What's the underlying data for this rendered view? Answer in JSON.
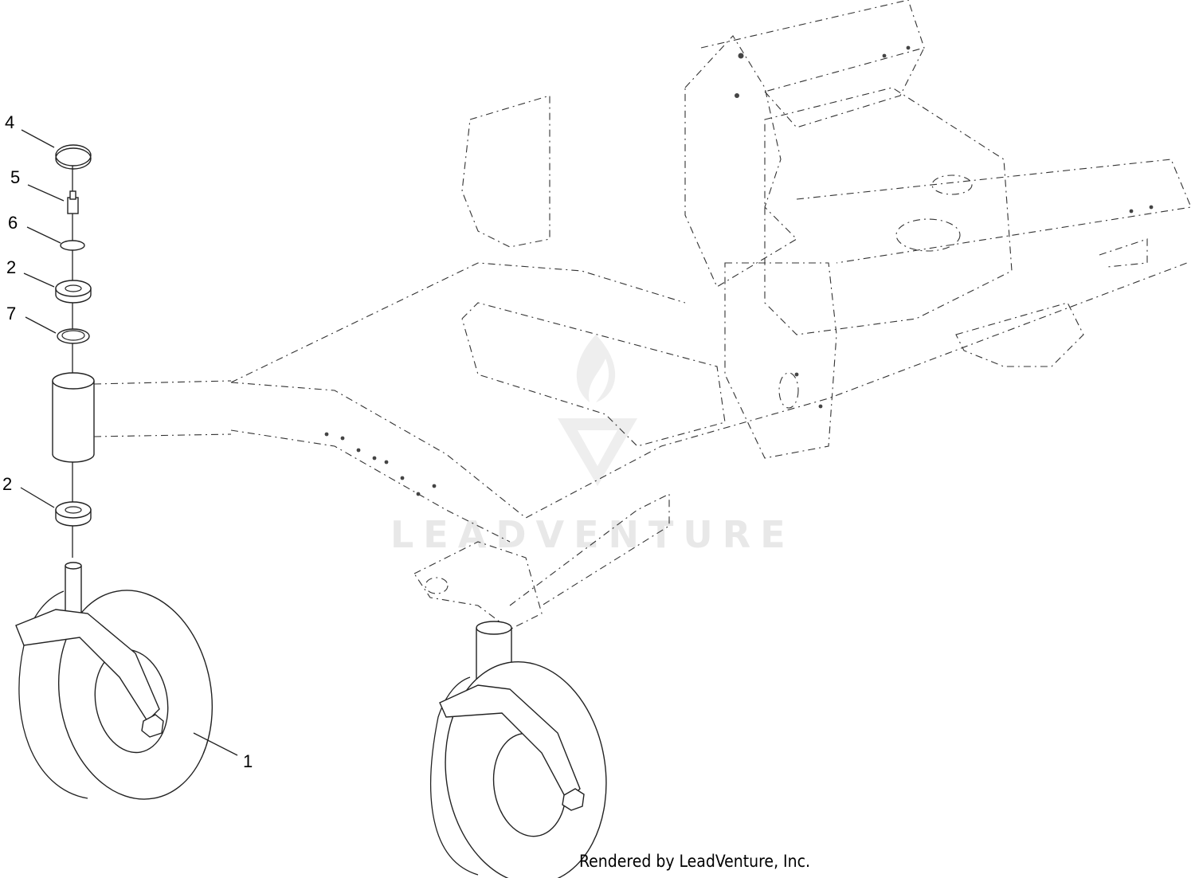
{
  "diagram": {
    "callouts": [
      {
        "id": "c4",
        "label": "4"
      },
      {
        "id": "c5",
        "label": "5"
      },
      {
        "id": "c6",
        "label": "6"
      },
      {
        "id": "c2a",
        "label": "2"
      },
      {
        "id": "c7",
        "label": "7"
      },
      {
        "id": "c2b",
        "label": "2"
      },
      {
        "id": "c1",
        "label": "1"
      }
    ],
    "footer_credit": "Rendered by LeadVenture, Inc.",
    "watermark_text": "LEADVENTURE"
  }
}
